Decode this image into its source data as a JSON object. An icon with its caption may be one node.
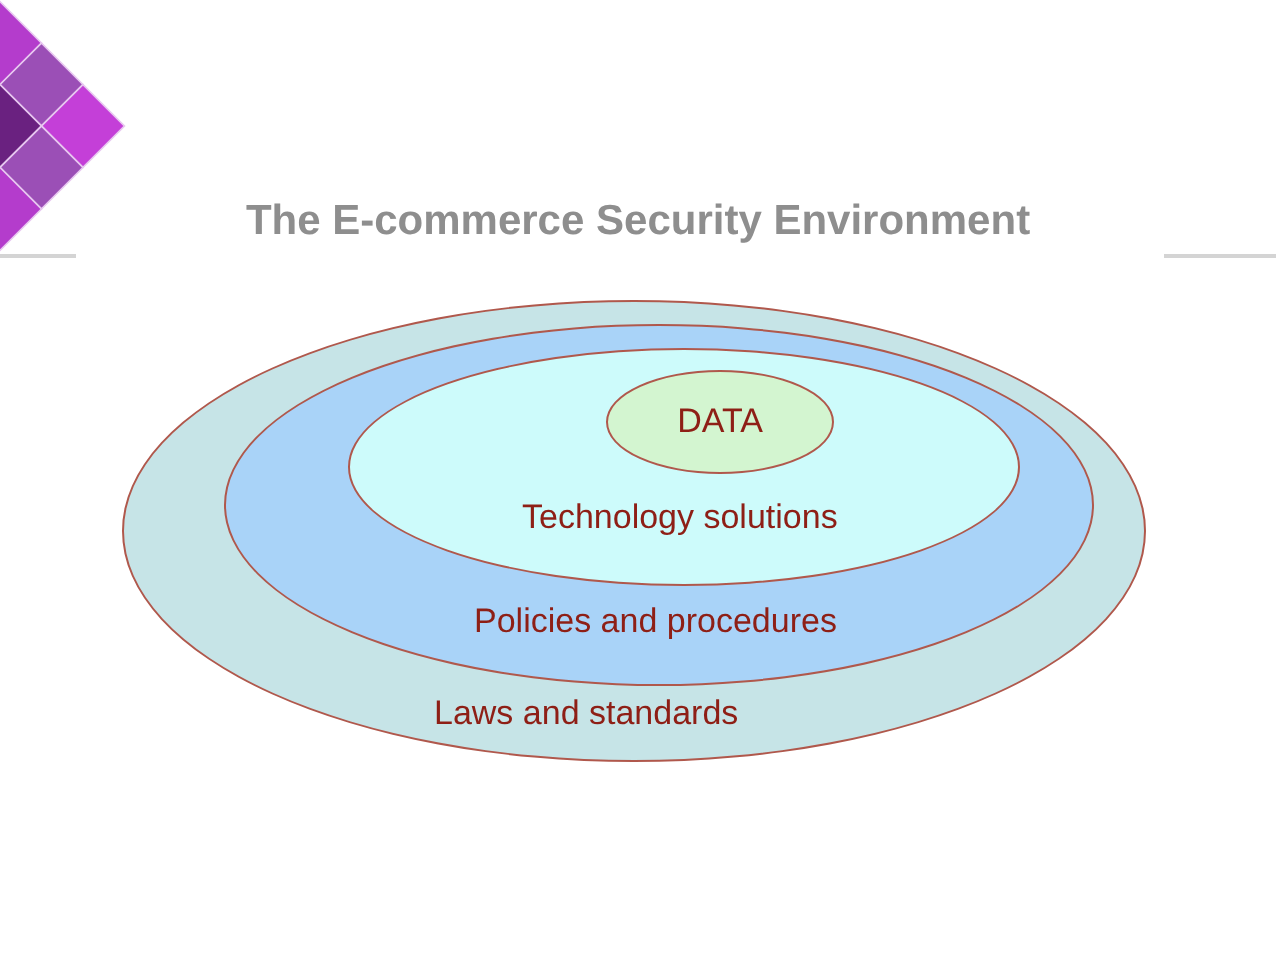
{
  "diagram": {
    "title": "The E-commerce Security Environment",
    "nodes": [
      {
        "text": [
          "Laws and standards"
        ]
      },
      {
        "text": [
          "Policies and procedures"
        ],
        "in": 0
      },
      {
        "text": [
          "Technology solutions"
        ],
        "in": 1
      },
      {
        "text": [
          "DATA"
        ],
        "in": 2
      }
    ]
  }
}
